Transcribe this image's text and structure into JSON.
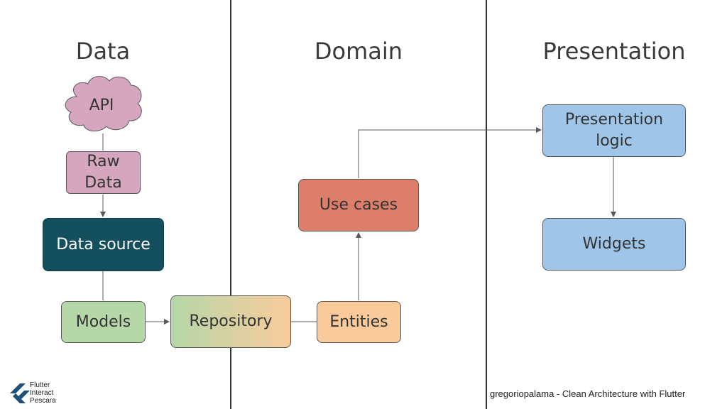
{
  "columns": {
    "data": "Data",
    "domain": "Domain",
    "presentation": "Presentation"
  },
  "nodes": {
    "api": "API",
    "raw_data": "Raw\nData",
    "data_source": "Data source",
    "models": "Models",
    "repository": "Repository",
    "entities": "Entities",
    "use_cases": "Use cases",
    "presentation_logic": "Presentation\nlogic",
    "widgets": "Widgets"
  },
  "colors": {
    "api": "#d5a6bd",
    "raw_data": "#d5a6bd",
    "data_source": "#134f5c",
    "models": "#b6d7a8",
    "repository_start": "#b6d7a8",
    "repository_end": "#f9cb9c",
    "entities": "#f9cb9c",
    "use_cases": "#dd7e6b",
    "presentation_logic": "#9fc5e8",
    "widgets": "#9fc5e8"
  },
  "footer": {
    "logo_icon": "flutter-logo-icon",
    "logo_lines": [
      "Flutter",
      "Interact",
      "Pescara"
    ],
    "credit": "gregoriopalama - Clean Architecture with Flutter"
  }
}
